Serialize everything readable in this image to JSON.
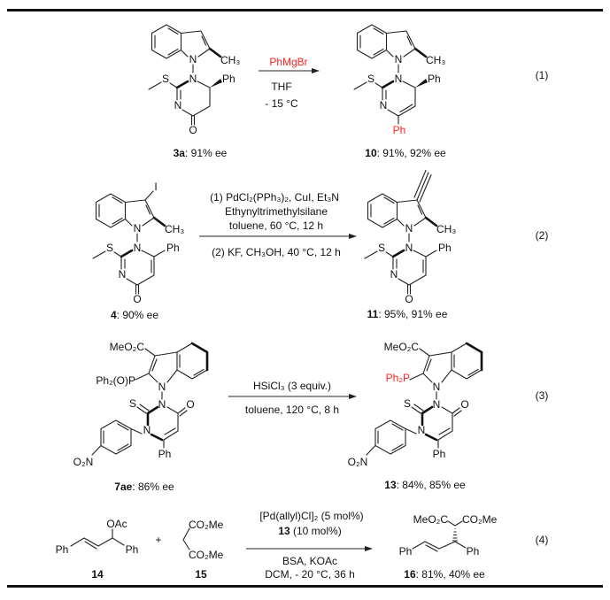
{
  "colors": {
    "highlight": "#ff2020",
    "text": "#111111",
    "rule": "#111111"
  },
  "r1": {
    "number": "(1)",
    "above": [
      "PhMgBr"
    ],
    "below": [
      "THF",
      "- 15 °C"
    ],
    "reactant": {
      "id": "3a",
      "result": ": 91% ee",
      "atoms": {
        "n_indole": "N",
        "n1": "N",
        "n3": "N",
        "o": "O",
        "s": "S",
        "ph": "Ph",
        "me": "CH₃"
      }
    },
    "product": {
      "id": "10",
      "result": ": 91%, 92% ee",
      "atoms": {
        "n_indole": "N",
        "n1": "N",
        "n3": "N",
        "s": "S",
        "ph": "Ph",
        "me": "CH₃",
        "new_ph": "Ph"
      }
    }
  },
  "r2": {
    "number": "(2)",
    "above": [
      "(1) PdCl₂(PPh₃)₂, CuI, Et₃N",
      "Ethynyltrimethylsilane",
      "toluene, 60 °C, 12 h"
    ],
    "below": [
      "(2) KF, CH₃OH, 40 °C, 12 h"
    ],
    "reactant": {
      "id": "4",
      "result": ": 90% ee",
      "atoms": {
        "n_indole": "N",
        "n1": "N",
        "n3": "N",
        "o": "O",
        "s": "S",
        "ph": "Ph",
        "me": "CH₃",
        "i": "I"
      }
    },
    "product": {
      "id": "11",
      "result": ": 95%, 91% ee",
      "atoms": {
        "n_indole": "N",
        "n1": "N",
        "n3": "N",
        "o": "O",
        "s": "S",
        "ph": "Ph",
        "me": "CH₃"
      }
    }
  },
  "r3": {
    "number": "(3)",
    "above": [
      "HSiCl₃ (3 equiv.)"
    ],
    "below": [
      "toluene, 120 °C, 8 h"
    ],
    "reactant": {
      "id": "7ae",
      "result": ": 86% ee",
      "atoms": {
        "ester": "MeO₂C",
        "phosphorus": "Ph₂(O)P",
        "n_indole": "N",
        "n3": "N",
        "n1": "N",
        "s": "S",
        "o": "O",
        "ph": "Ph",
        "nitro": "O₂N"
      }
    },
    "product": {
      "id": "13",
      "result": ": 84%, 85% ee",
      "atoms": {
        "ester": "MeO₂C",
        "phosphorus": "Ph₂P",
        "n_indole": "N",
        "n3": "N",
        "n1": "N",
        "s": "S",
        "o": "O",
        "ph": "Ph",
        "nitro": "O₂N"
      }
    }
  },
  "r4": {
    "number": "(4)",
    "plus": "+",
    "above": [
      "[Pd(allyl)Cl]₂ (5 mol%)",
      "13",
      " (10 mol%)"
    ],
    "below": [
      "BSA, KOAc",
      "DCM, - 20 °C, 36 h"
    ],
    "reactant1": {
      "id": "14",
      "atoms": {
        "oac": "OAc",
        "ph_left": "Ph",
        "ph_right": "Ph"
      }
    },
    "reactant2": {
      "id": "15",
      "atoms": {
        "ester_top": "CO₂Me",
        "ester_bottom": "CO₂Me"
      }
    },
    "product": {
      "id": "16",
      "result": ": 81%, 40% ee",
      "atoms": {
        "ester_left": "MeO₂C",
        "ester_right": "CO₂Me",
        "ph_left": "Ph",
        "ph_right": "Ph"
      }
    }
  }
}
